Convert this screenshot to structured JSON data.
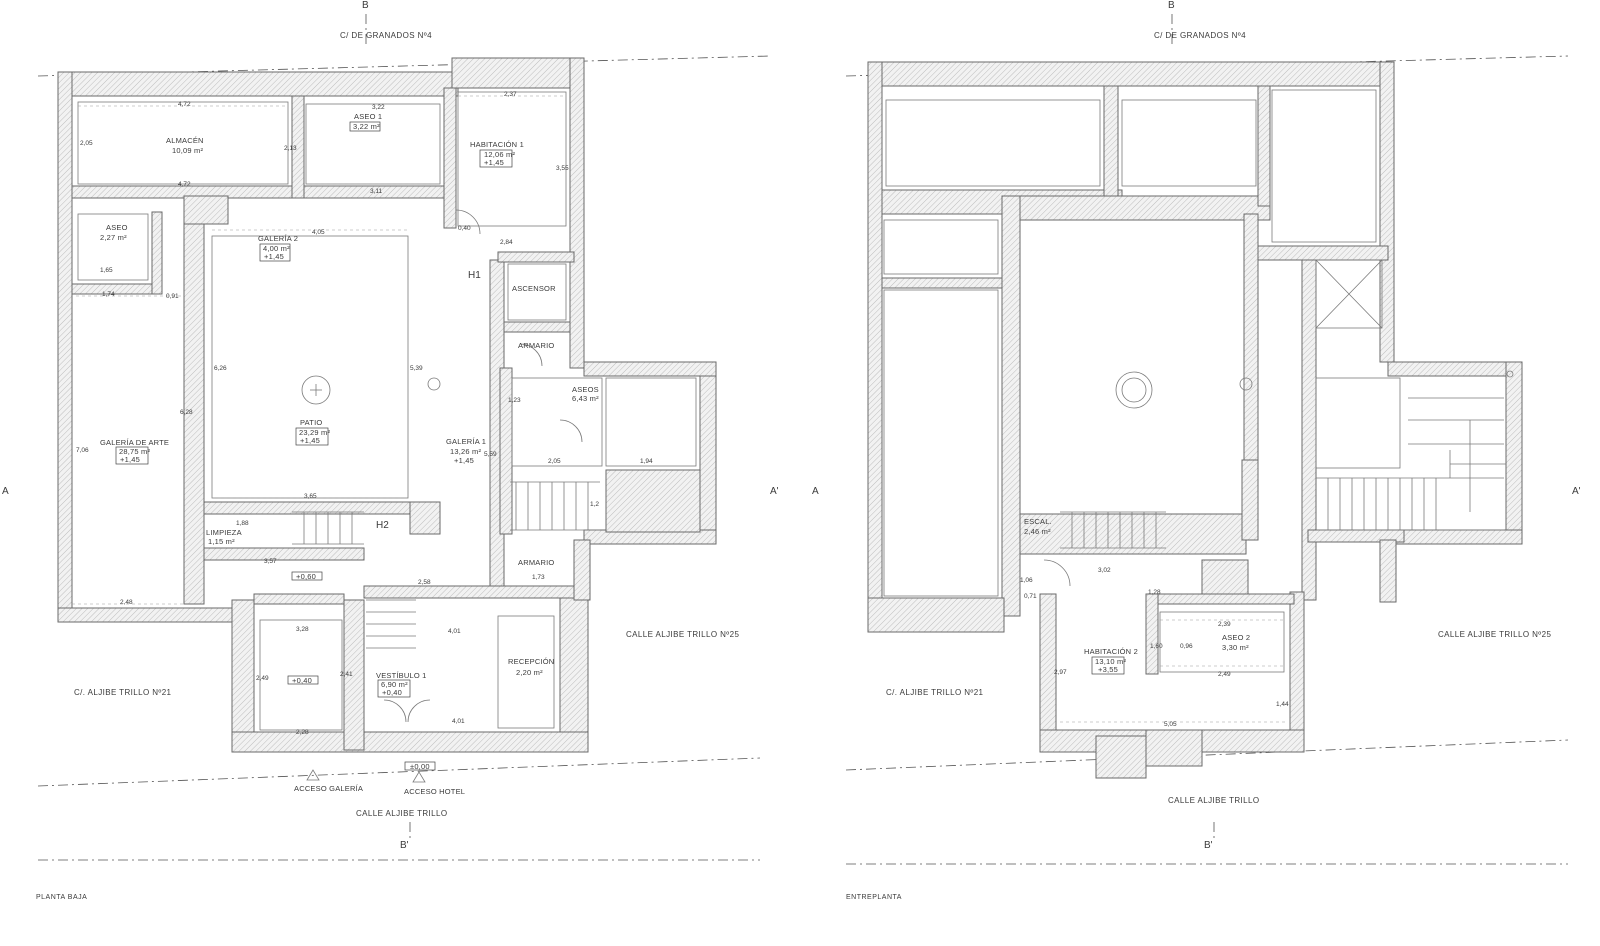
{
  "left_plan": {
    "caption": "PLANTA BAJA",
    "street_top": "C/ DE GRANADOS Nº4",
    "street_left": "C/. ALJIBE TRILLO Nº21",
    "street_right": "CALLE ALJIBE TRILLO Nº25",
    "street_bottom": "CALLE ALJIBE TRILLO",
    "section_b_top": "B",
    "section_b_bottom": "B'",
    "section_a_left": "A",
    "section_a_right": "A'",
    "rooms": {
      "almacen": {
        "name": "ALMACÉN",
        "area": "10,09 m²"
      },
      "aseo1": {
        "name": "ASEO 1",
        "area": "3,22 m²"
      },
      "habitacion1": {
        "name": "HABITACIÓN 1",
        "area": "12,06 m²",
        "level": "+1,45"
      },
      "aseo": {
        "name": "ASEO",
        "area": "2,27 m²"
      },
      "galeria2": {
        "name": "GALERÍA 2",
        "area": "4,00 m²",
        "level": "+1,45"
      },
      "ascensor": {
        "name": "ASCENSOR"
      },
      "armario1": {
        "name": "ARMARIO"
      },
      "aseos": {
        "name": "ASEOS",
        "area": "6,43 m²"
      },
      "galeria_arte": {
        "name": "GALERÍA DE ARTE",
        "area": "28,75 m²",
        "level": "+1,45"
      },
      "patio": {
        "name": "PATIO",
        "area": "23,29 m²",
        "level": "+1,45"
      },
      "galeria1": {
        "name": "GALERÍA 1",
        "area": "13,26 m²",
        "level": "+1,45"
      },
      "limpieza": {
        "name": "LIMPIEZA",
        "area": "1,15 m²"
      },
      "armario2": {
        "name": "ARMARIO"
      },
      "recepcion": {
        "name": "RECEPCIÓN",
        "area": "2,20 m²"
      },
      "vestibulo": {
        "name": "VESTÍBULO 1",
        "area": "6,90 m²",
        "level": "+0,40"
      },
      "entry_level": {
        "level": "+0,40"
      },
      "stairs_level": {
        "level": "+0,60"
      }
    },
    "marks": {
      "h1": "H1",
      "h2": "H2"
    },
    "access_gallery": "ACCESO GALERÍA",
    "access_hotel": "ACCESO HOTEL",
    "street_level": "±0,00",
    "dims": [
      "4,72",
      "4,72",
      "3,22",
      "3,11",
      "2,37",
      "2,05",
      "2,13",
      "3,55",
      "4,05",
      "0,40",
      "2,84",
      "1,65",
      "1,74",
      "0,91",
      "1,23",
      "6,26",
      "6,28",
      "7,06",
      "5,39",
      "5,59",
      "3,65",
      "1,88",
      "3,57",
      "2,58",
      "1,73",
      "2,48",
      "3,28",
      "2,49",
      "2,41",
      "2,28",
      "4,01",
      "4,01",
      "2,05",
      "1,94",
      "1,2"
    ]
  },
  "right_plan": {
    "caption": "ENTREPLANTA",
    "street_top": "C/ DE GRANADOS Nº4",
    "street_left": "C/. ALJIBE TRILLO Nº21",
    "street_right": "CALLE ALJIBE TRILLO Nº25",
    "street_bottom": "CALLE ALJIBE TRILLO",
    "section_b_top": "B",
    "section_b_bottom": "B'",
    "section_a_left": "A",
    "section_a_right": "A'",
    "rooms": {
      "escal": {
        "name": "ESCAL.",
        "area": "2,46 m²"
      },
      "habitacion2": {
        "name": "HABITACIÓN 2",
        "area": "13,10 m²",
        "level": "+3,55"
      },
      "aseo2": {
        "name": "ASEO 2",
        "area": "3,30 m²"
      }
    },
    "dims": [
      "3,02",
      "1,06",
      "0,71",
      "1,28",
      "1,60",
      "2,39",
      "0,96",
      "2,49",
      "2,97",
      "5,05",
      "1,44"
    ]
  }
}
